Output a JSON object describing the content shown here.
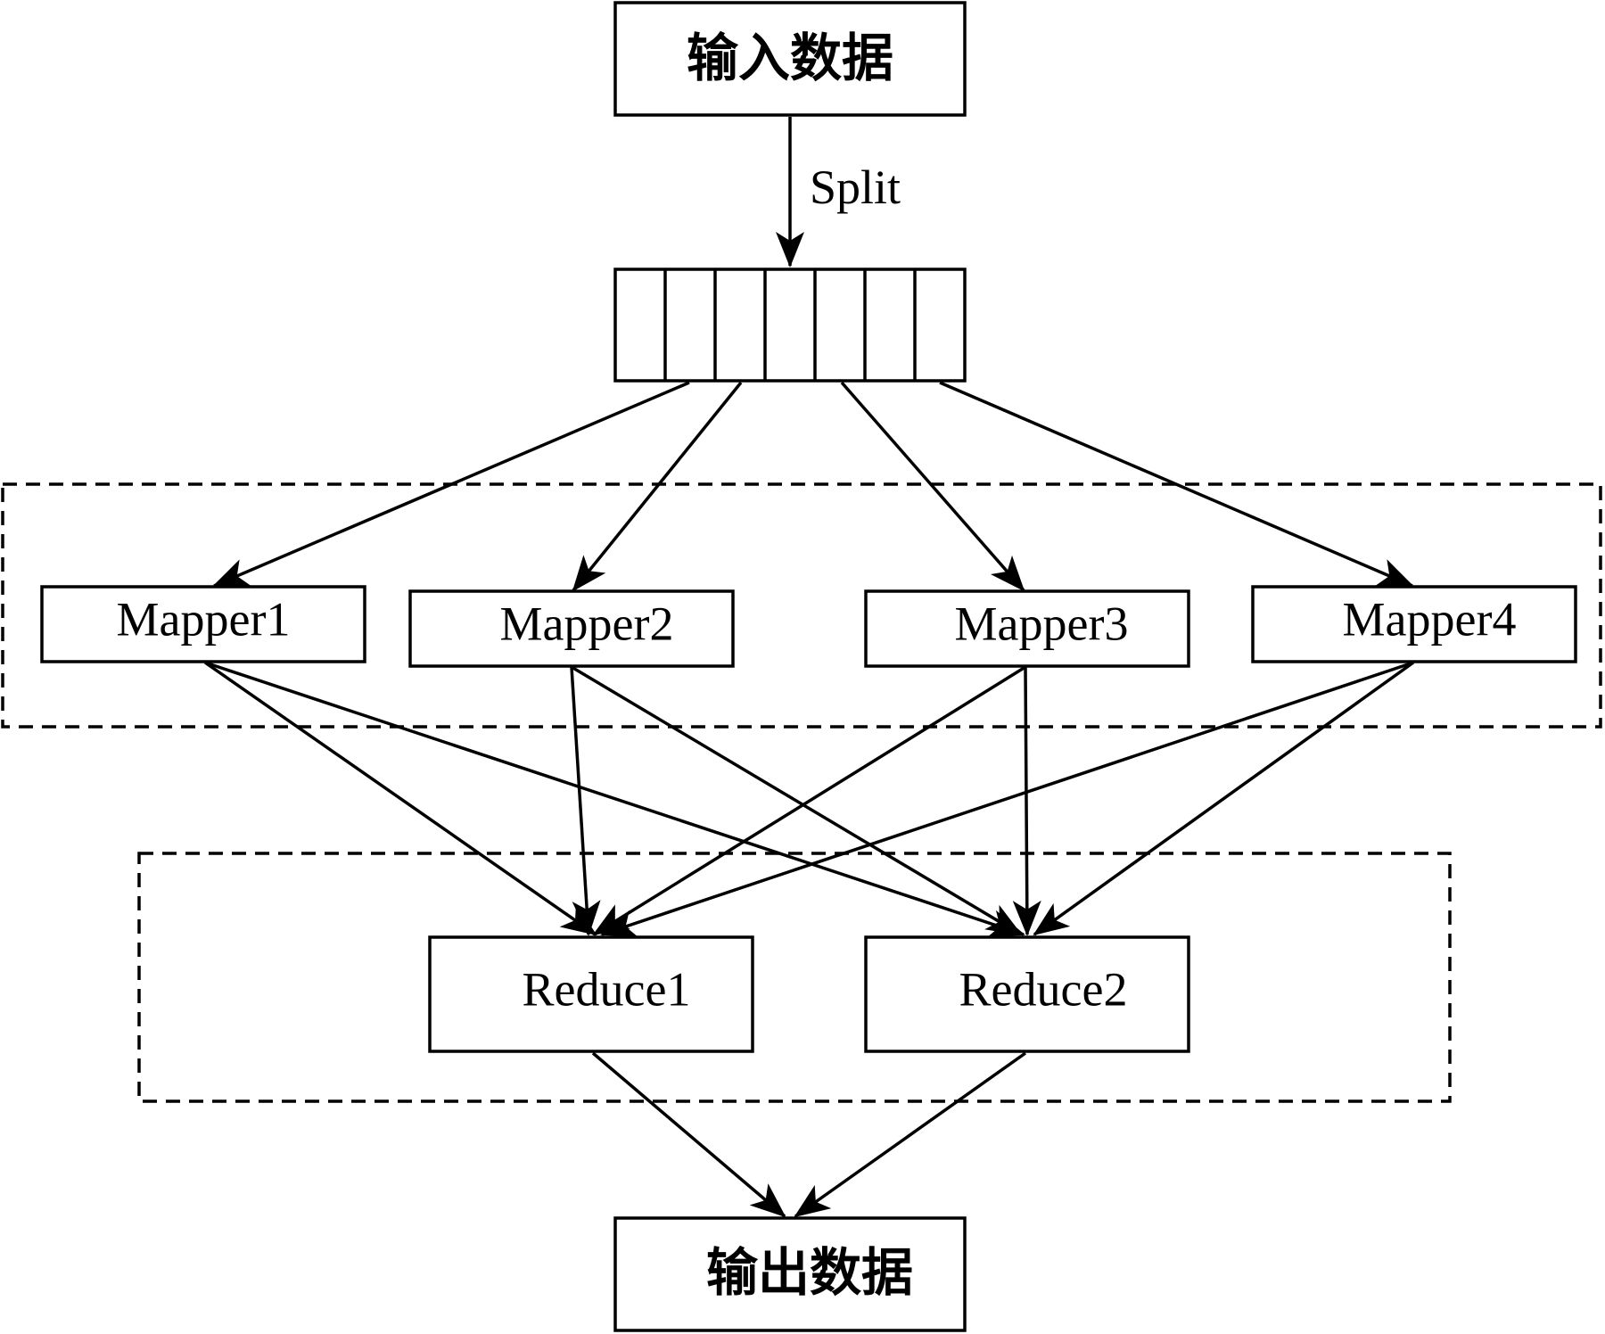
{
  "nodes": {
    "input": "输入数据",
    "mapper1": "Mapper1",
    "mapper2": "Mapper2",
    "mapper3": "Mapper3",
    "mapper4": "Mapper4",
    "reduce1": "Reduce1",
    "reduce2": "Reduce2",
    "output": "输出数据"
  },
  "edge_labels": {
    "split": "Split"
  },
  "split_blocks": 7,
  "edges": [
    {
      "from": "input",
      "to": "split-blocks",
      "label": "Split"
    },
    {
      "from": "split-blocks",
      "to": "mapper1"
    },
    {
      "from": "split-blocks",
      "to": "mapper2"
    },
    {
      "from": "split-blocks",
      "to": "mapper3"
    },
    {
      "from": "split-blocks",
      "to": "mapper4"
    },
    {
      "from": "mapper1",
      "to": "reduce1"
    },
    {
      "from": "mapper1",
      "to": "reduce2"
    },
    {
      "from": "mapper2",
      "to": "reduce1"
    },
    {
      "from": "mapper2",
      "to": "reduce2"
    },
    {
      "from": "mapper3",
      "to": "reduce1"
    },
    {
      "from": "mapper3",
      "to": "reduce2"
    },
    {
      "from": "mapper4",
      "to": "reduce1"
    },
    {
      "from": "mapper4",
      "to": "reduce2"
    },
    {
      "from": "reduce1",
      "to": "output"
    },
    {
      "from": "reduce2",
      "to": "output"
    }
  ]
}
